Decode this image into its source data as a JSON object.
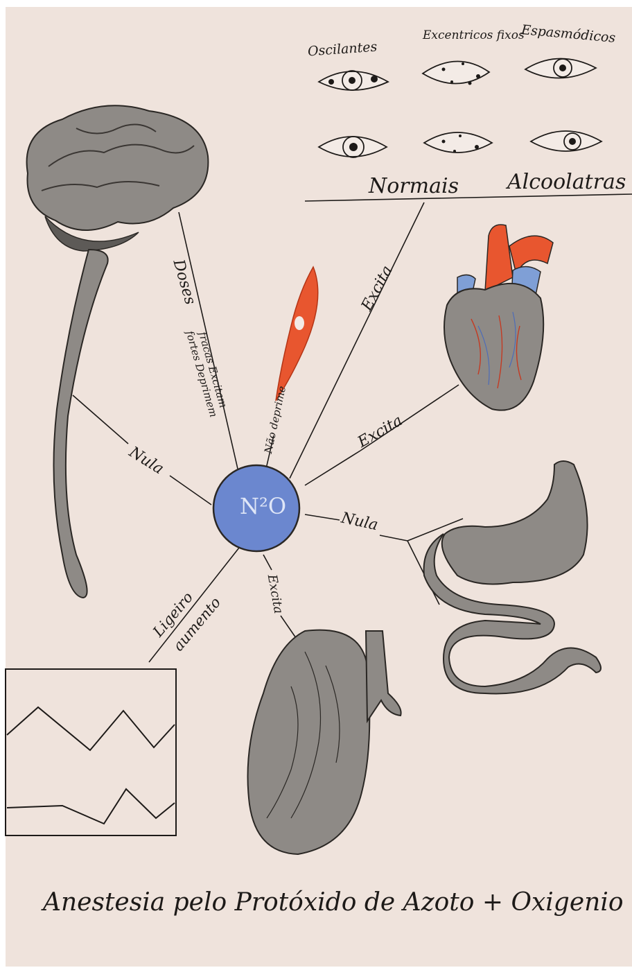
{
  "title": "Anestesia pelo Protóxido de Azoto + Oxigenio",
  "center": {
    "label": "N²O"
  },
  "eyes": {
    "top_labels": [
      "Oscilantes",
      "Excentricos fixos",
      "Espasmódicos"
    ],
    "bottom_labels": [
      "Normais",
      "Alcoolatras"
    ]
  },
  "branches": {
    "eyes": "Excita",
    "heart": "Excita",
    "stomach": "Nula",
    "lungs": "Excita",
    "chart": [
      "Ligeiro",
      "aumento"
    ],
    "spinal": "Nula",
    "brain_main": "Doses",
    "brain_small": "fracas Excitam",
    "brain_large": "fortes Deprimem",
    "blood": "Não deprime"
  },
  "colors": {
    "paper": "#efe3dc",
    "center": "#6b87cf",
    "artery": "#e8562f",
    "vein": "#7f9fd6",
    "ink": "#1d1a18"
  }
}
